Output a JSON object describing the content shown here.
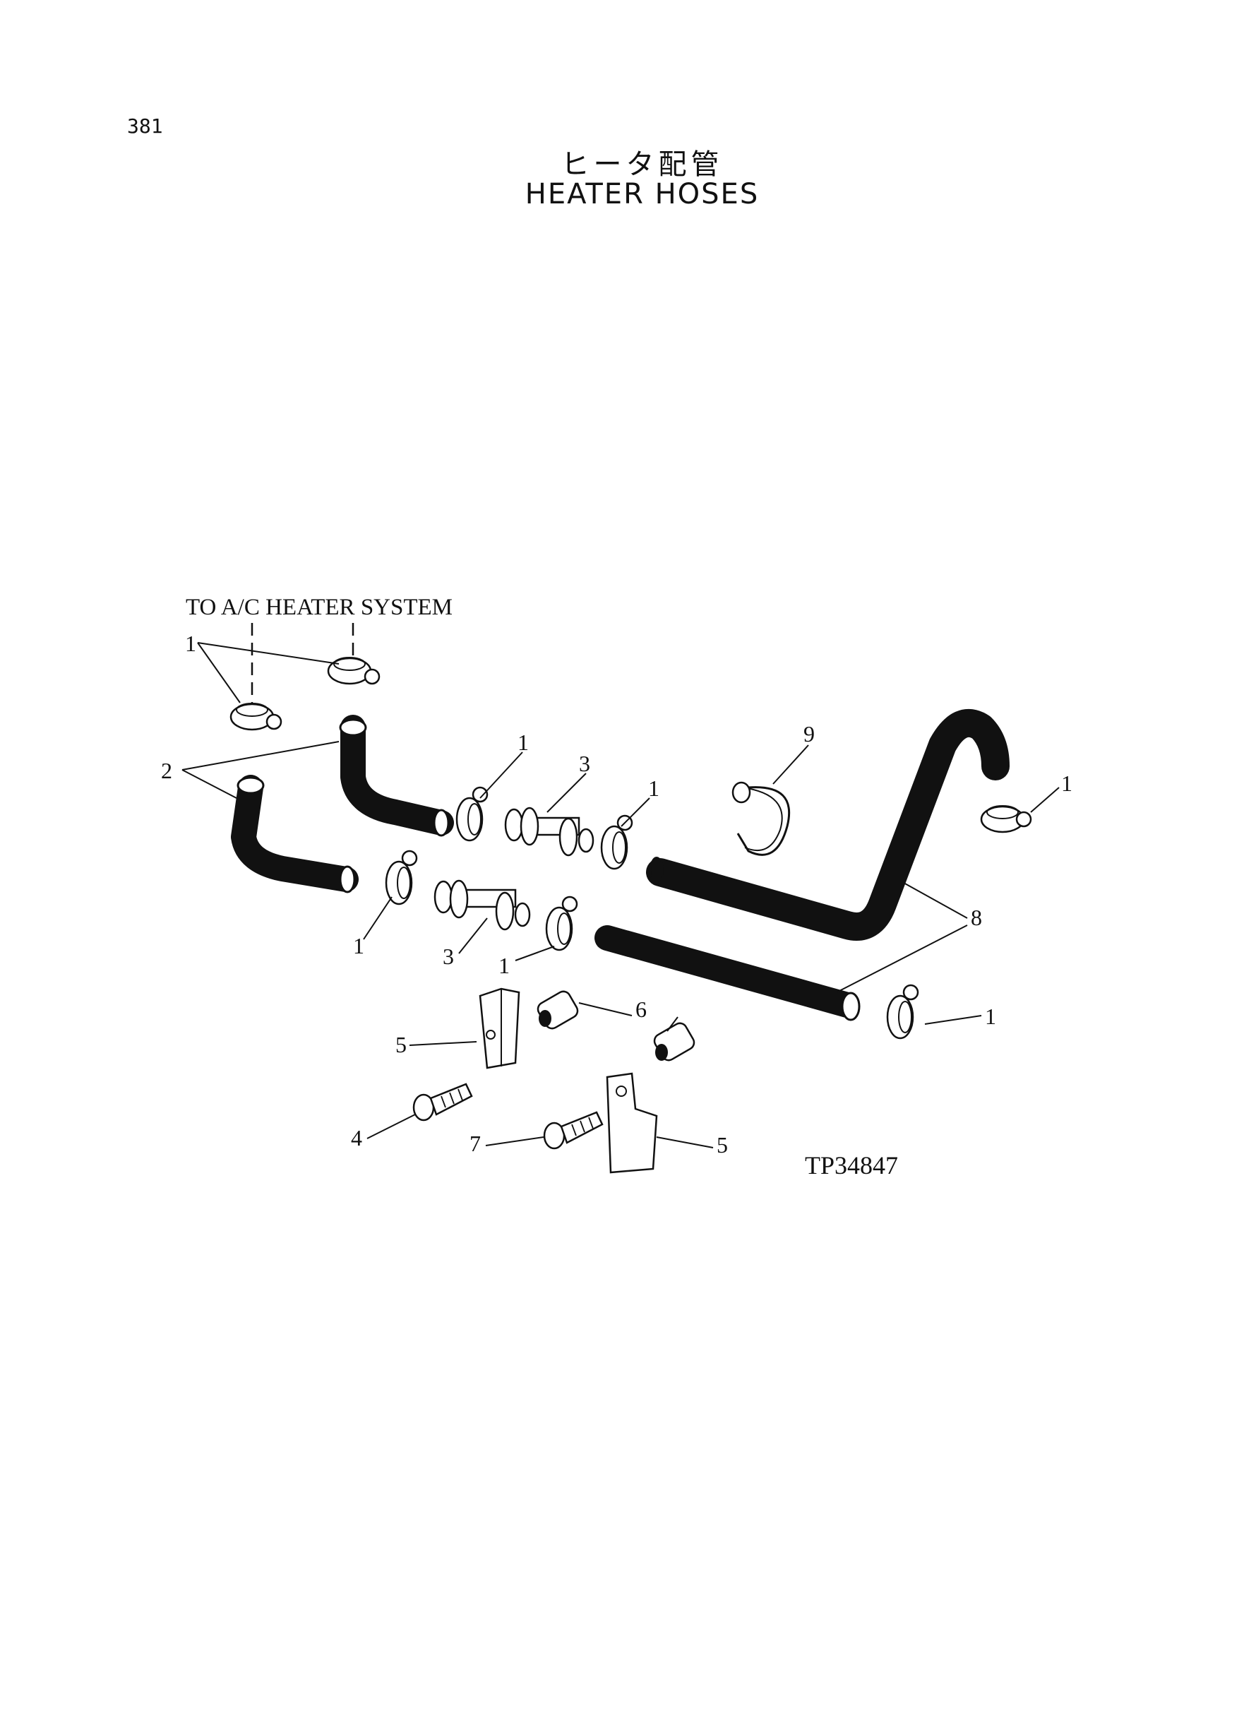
{
  "page": {
    "number": "381",
    "title_jp": "ヒータ配管",
    "title_en": "HEATER HOSES"
  },
  "diagram": {
    "caption": "TO A/C HEATER SYSTEM",
    "drawing_code": "TP34847",
    "callouts": {
      "c1a": "1",
      "c1b": "1",
      "c1c": "1",
      "c1d": "1",
      "c1e": "1",
      "c1f": "1",
      "c2": "2",
      "c3a": "3",
      "c3b": "3",
      "c4": "4",
      "c5a": "5",
      "c5b": "5",
      "c6": "6",
      "c7": "7",
      "c8": "8",
      "c9": "9"
    }
  }
}
